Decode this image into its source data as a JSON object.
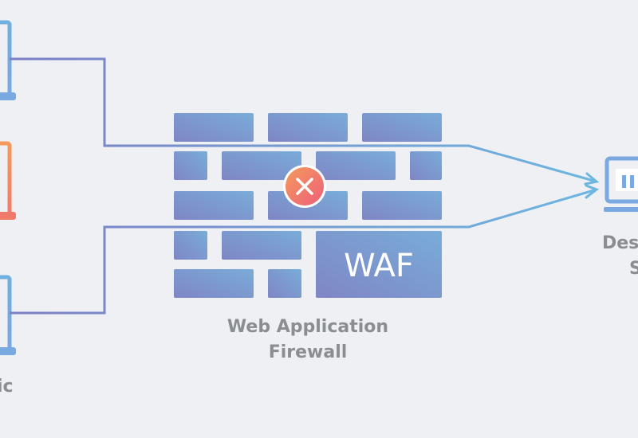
{
  "waf_badge": "WAF",
  "waf_caption_line1": "Web Application",
  "waf_caption_line2": "Firewall",
  "left_caption": "ic",
  "right_caption_line1": "Des",
  "right_caption_line2": "S",
  "colors": {
    "background": "#eef0f3",
    "brick": "#8a9ccc",
    "blocked_line": "#f07a6a",
    "allowed_line_left": "#7b7fc4",
    "allowed_line_right": "#6cb6e0",
    "blocked_badge": "#f0707a",
    "label_text": "#8a8d92"
  },
  "icons": [
    "laptop-icon",
    "laptop-icon",
    "laptop-icon",
    "blocked-x-icon",
    "monitor-icon"
  ]
}
